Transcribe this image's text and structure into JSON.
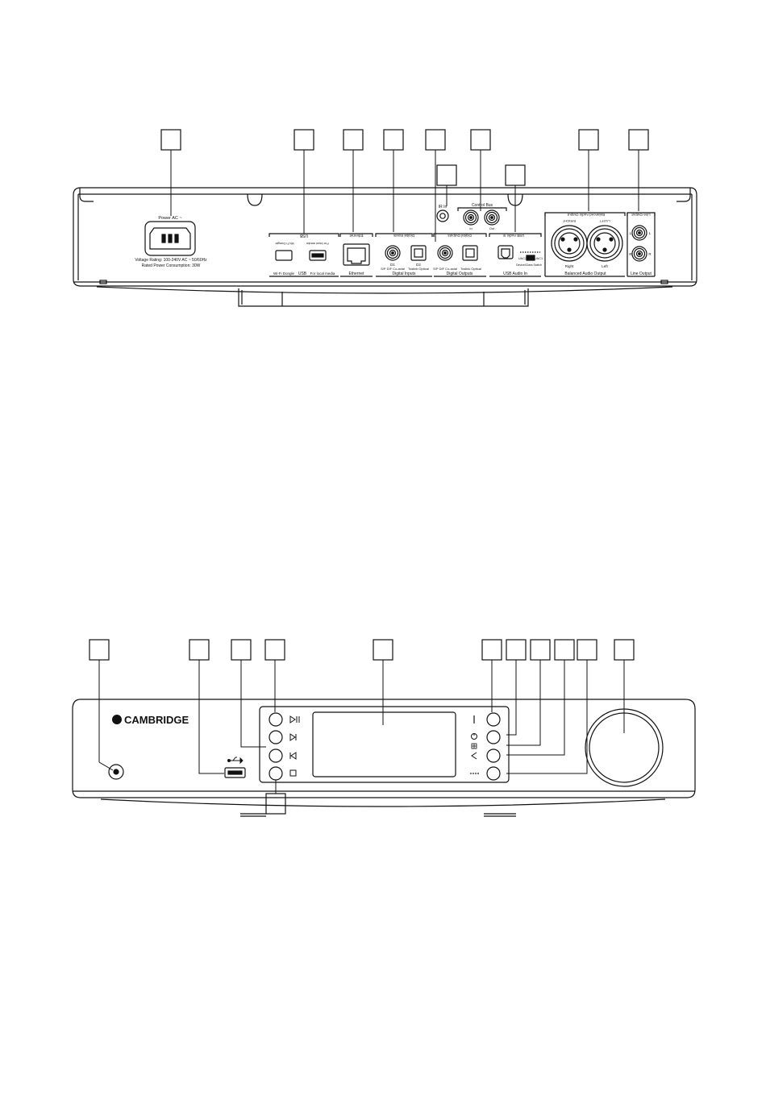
{
  "rear_panel": {
    "power_label": "Power AC ~",
    "voltage_rating": "Voltage Rating: 100-240V AC ~ 50/60Hz",
    "power_consumption": "Rated Power Consumption: 30W",
    "usb_group_title": "USB",
    "usb_group_label": "USB",
    "usb_wifi_top": "Wi-Fi Dongle",
    "usb_wifi_bottom": "Wi-Fi Dongle",
    "usb_storage_top": "For local media",
    "usb_storage_bottom": "For local media",
    "ethernet_top": "Ethernet",
    "ethernet_label": "Ethernet",
    "digital_inputs_top": "Digital Inputs",
    "digital_inputs_label": "Digital Inputs",
    "d1_label": "D1",
    "d2_label": "D2",
    "spdif_in_label": "S/P DIF Co-axial",
    "toslink_in_label": "Toslink Optical",
    "ir_in_label": "IR In",
    "control_bus_label": "Control Bus",
    "control_bus_in": "In",
    "control_bus_out": "Out",
    "digital_outputs_top": "Digital Outputs",
    "digital_outputs_label": "Digital Outputs",
    "spdif_out_label": "S/P DIF Co-axial",
    "toslink_out_label": "Toslink Optical",
    "usb_audio_top": "USB Audio In",
    "usb_audio_label": "USB Audio In",
    "usb_switch_left": "UAC2",
    "usb_switch_right": "UAC1",
    "usb_switch_caption": "Device/Class Switch",
    "balanced_top": "Balanced Audio Output",
    "balanced_label": "Balanced Audio Output",
    "balanced_right": "Right",
    "balanced_left": "Left",
    "right_top": "R/RIGHT",
    "left_top": "L/LEFT",
    "line_output_top": "Line Output",
    "line_output_label": "Line Output",
    "line_l": "L",
    "line_r": "R"
  },
  "front_panel": {
    "brand": "CAMBRIDGE"
  }
}
